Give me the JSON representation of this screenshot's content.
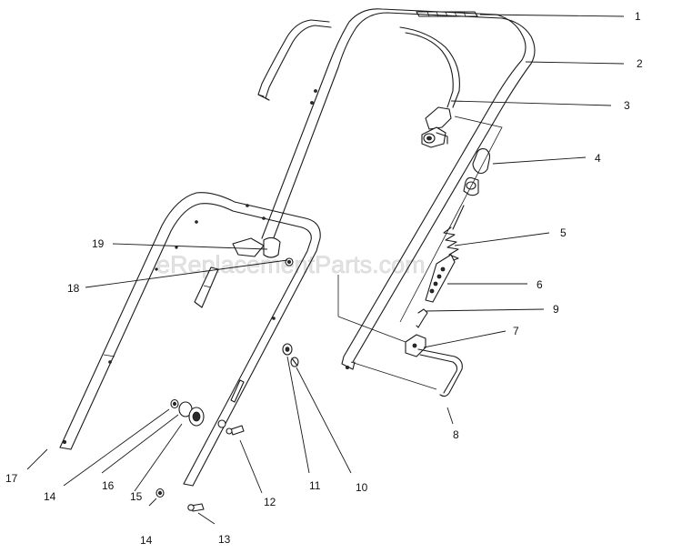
{
  "watermark": "eReplacementParts.com",
  "callouts": [
    {
      "id": "1",
      "label": "1"
    },
    {
      "id": "2",
      "label": "2"
    },
    {
      "id": "3",
      "label": "3"
    },
    {
      "id": "4",
      "label": "4"
    },
    {
      "id": "5",
      "label": "5"
    },
    {
      "id": "6",
      "label": "6"
    },
    {
      "id": "7",
      "label": "7"
    },
    {
      "id": "8",
      "label": "8"
    },
    {
      "id": "9",
      "label": "9"
    },
    {
      "id": "10",
      "label": "10"
    },
    {
      "id": "11",
      "label": "11"
    },
    {
      "id": "12",
      "label": "12"
    },
    {
      "id": "13",
      "label": "13"
    },
    {
      "id": "14a",
      "label": "14"
    },
    {
      "id": "14b",
      "label": "14"
    },
    {
      "id": "15",
      "label": "15"
    },
    {
      "id": "16",
      "label": "16"
    },
    {
      "id": "17",
      "label": "17"
    },
    {
      "id": "18",
      "label": "18"
    },
    {
      "id": "19",
      "label": "19"
    }
  ]
}
